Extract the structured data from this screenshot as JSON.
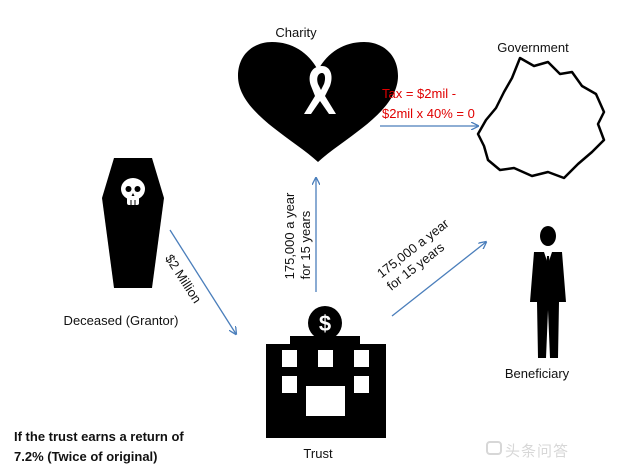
{
  "labels": {
    "charity": "Charity",
    "government": "Government",
    "deceased": "Deceased (Grantor)",
    "beneficiary": "Beneficiary",
    "trust": "Trust"
  },
  "arrows": {
    "deceased_to_trust": "$2 Million",
    "trust_to_charity": [
      "175,000 a year",
      "for 15 years"
    ],
    "trust_to_beneficiary": [
      "175,000 a year",
      "for 15 years"
    ],
    "charity_to_government_tax": [
      "Tax = $2mil -",
      "$2mil x 40% = 0"
    ]
  },
  "note": [
    "If the trust earns a return of",
    "7.2% (Twice of original)"
  ],
  "watermark": "头条问答",
  "icons": [
    "heart-ribbon-icon",
    "coffin-skull-icon",
    "government-map-icon",
    "person-suit-icon",
    "bank-dollar-icon"
  ],
  "colors": {
    "arrow": "#4a7ebb",
    "tax_text": "#e00000",
    "icon": "#000000"
  }
}
